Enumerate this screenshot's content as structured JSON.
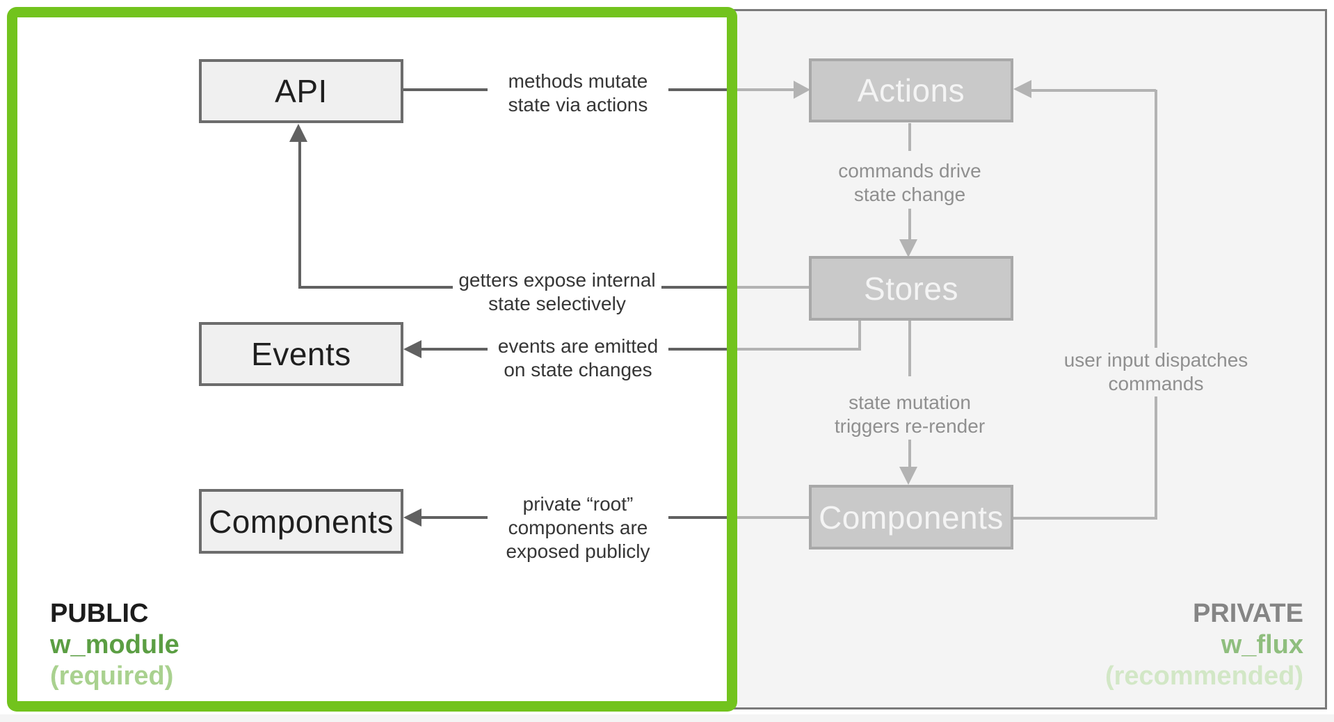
{
  "colors": {
    "frame_green": "#72c31d",
    "module_green": "#5b9e43",
    "required_green": "#a9d18f",
    "flux_green": "#8fbe7e",
    "recommended_green": "#d2e7c6",
    "public_line": "#616161",
    "private_line": "#b3b3b3",
    "public_box_fill": "#f0f0f0",
    "public_box_border": "#6d6d6d",
    "private_box_fill": "#c9c9c9",
    "private_box_border": "#a8a8a8",
    "private_panel_fill": "#f4f4f4",
    "private_panel_border": "#7a7a7a"
  },
  "public_panel": {
    "boxes": {
      "api": "API",
      "events": "Events",
      "components": "Components"
    },
    "legend": {
      "title": "PUBLIC",
      "module": "w_module",
      "note": "(required)"
    }
  },
  "private_panel": {
    "boxes": {
      "actions": "Actions",
      "stores": "Stores",
      "components": "Components"
    },
    "legend": {
      "title": "PRIVATE",
      "module": "w_flux",
      "note": "(recommended)"
    }
  },
  "annotations": {
    "methods_mutate": "methods mutate\nstate via actions",
    "getters_expose": "getters expose internal\nstate selectively",
    "events_emitted": "events are emitted\non state changes",
    "private_root": "private “root”\ncomponents are\nexposed publicly",
    "commands_drive": "commands drive\nstate change",
    "state_mutation": "state mutation\ntriggers re-render",
    "user_input": "user input dispatches\ncommands"
  }
}
